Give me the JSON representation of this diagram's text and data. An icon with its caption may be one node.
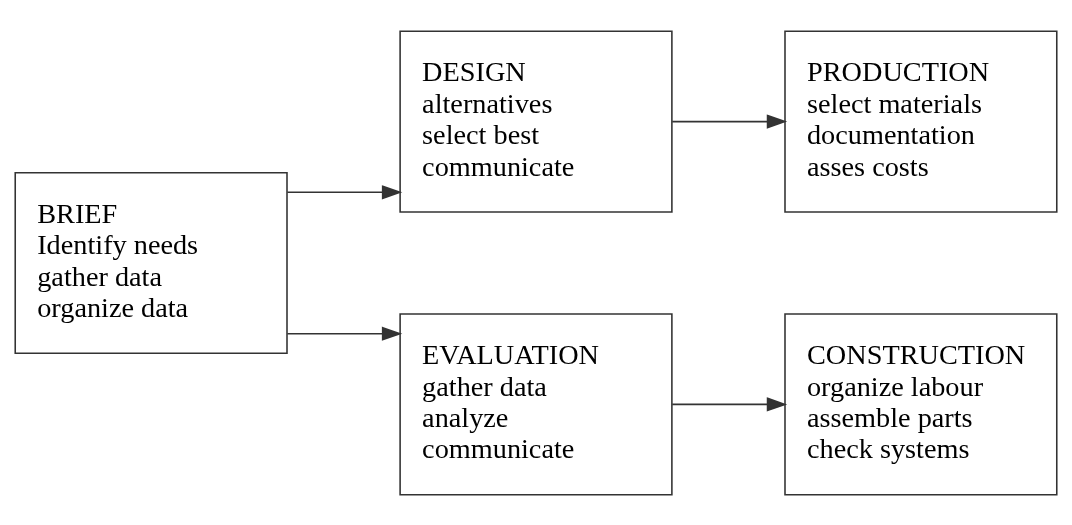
{
  "diagram": {
    "nodes": [
      {
        "text": [
          "BRIEF",
          "Identify needs",
          "gather data",
          "organize data"
        ]
      },
      {
        "text": [
          "DESIGN",
          "alternatives",
          "select best",
          "communicate"
        ]
      },
      {
        "text": [
          "PRODUCTION",
          "select materials",
          "documentation",
          "asses costs"
        ]
      },
      {
        "text": [
          "EVALUATION",
          "gather data",
          "analyze",
          "communicate"
        ]
      },
      {
        "text": [
          "CONSTRUCTION",
          "organize labour",
          "assemble parts",
          "check systems"
        ]
      }
    ],
    "edges": [
      {
        "from": 0,
        "to": 1,
        "arrow": "to"
      },
      {
        "from": 1,
        "to": 2,
        "arrow": "to"
      },
      {
        "from": 0,
        "to": 3,
        "arrow": "to"
      },
      {
        "from": 3,
        "to": 4,
        "arrow": "to"
      }
    ]
  }
}
